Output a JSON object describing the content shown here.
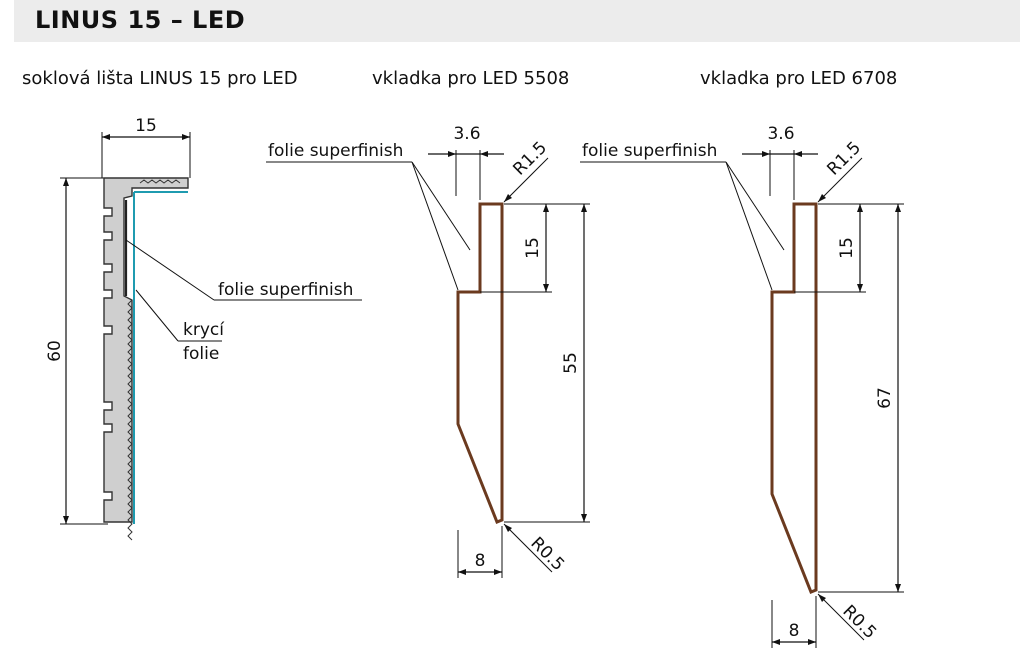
{
  "title": "LINUS 15 – LED",
  "captions": {
    "profile": "soklová lišta LINUS 15 pro LED",
    "insert_5508": "vkladka pro LED 5508",
    "insert_6708": "vkladka pro LED 6708"
  },
  "profile_labels": {
    "width_dim": "15",
    "height_dim": "60",
    "foil_superfinish": "folie superfinish",
    "cover_foil_line1": "krycí",
    "cover_foil_line2": "folie"
  },
  "insert_5508": {
    "foil_label": "folie superfinish",
    "top_width_dim": "3.6",
    "top_radius": "R1.5",
    "step_height_dim": "15",
    "total_height_dim": "55",
    "bottom_width_dim": "8",
    "bottom_radius": "R0.5"
  },
  "insert_6708": {
    "foil_label": "folie superfinish",
    "top_width_dim": "3.6",
    "top_radius": "R1.5",
    "step_height_dim": "15",
    "total_height_dim": "67",
    "bottom_width_dim": "8",
    "bottom_radius": "R0.5"
  },
  "colors": {
    "header_bg": "#ececec",
    "insert_outline": "#6b3a1f",
    "profile_fill": "#cfcfcf",
    "cover_foil": "#1f9bb0"
  }
}
